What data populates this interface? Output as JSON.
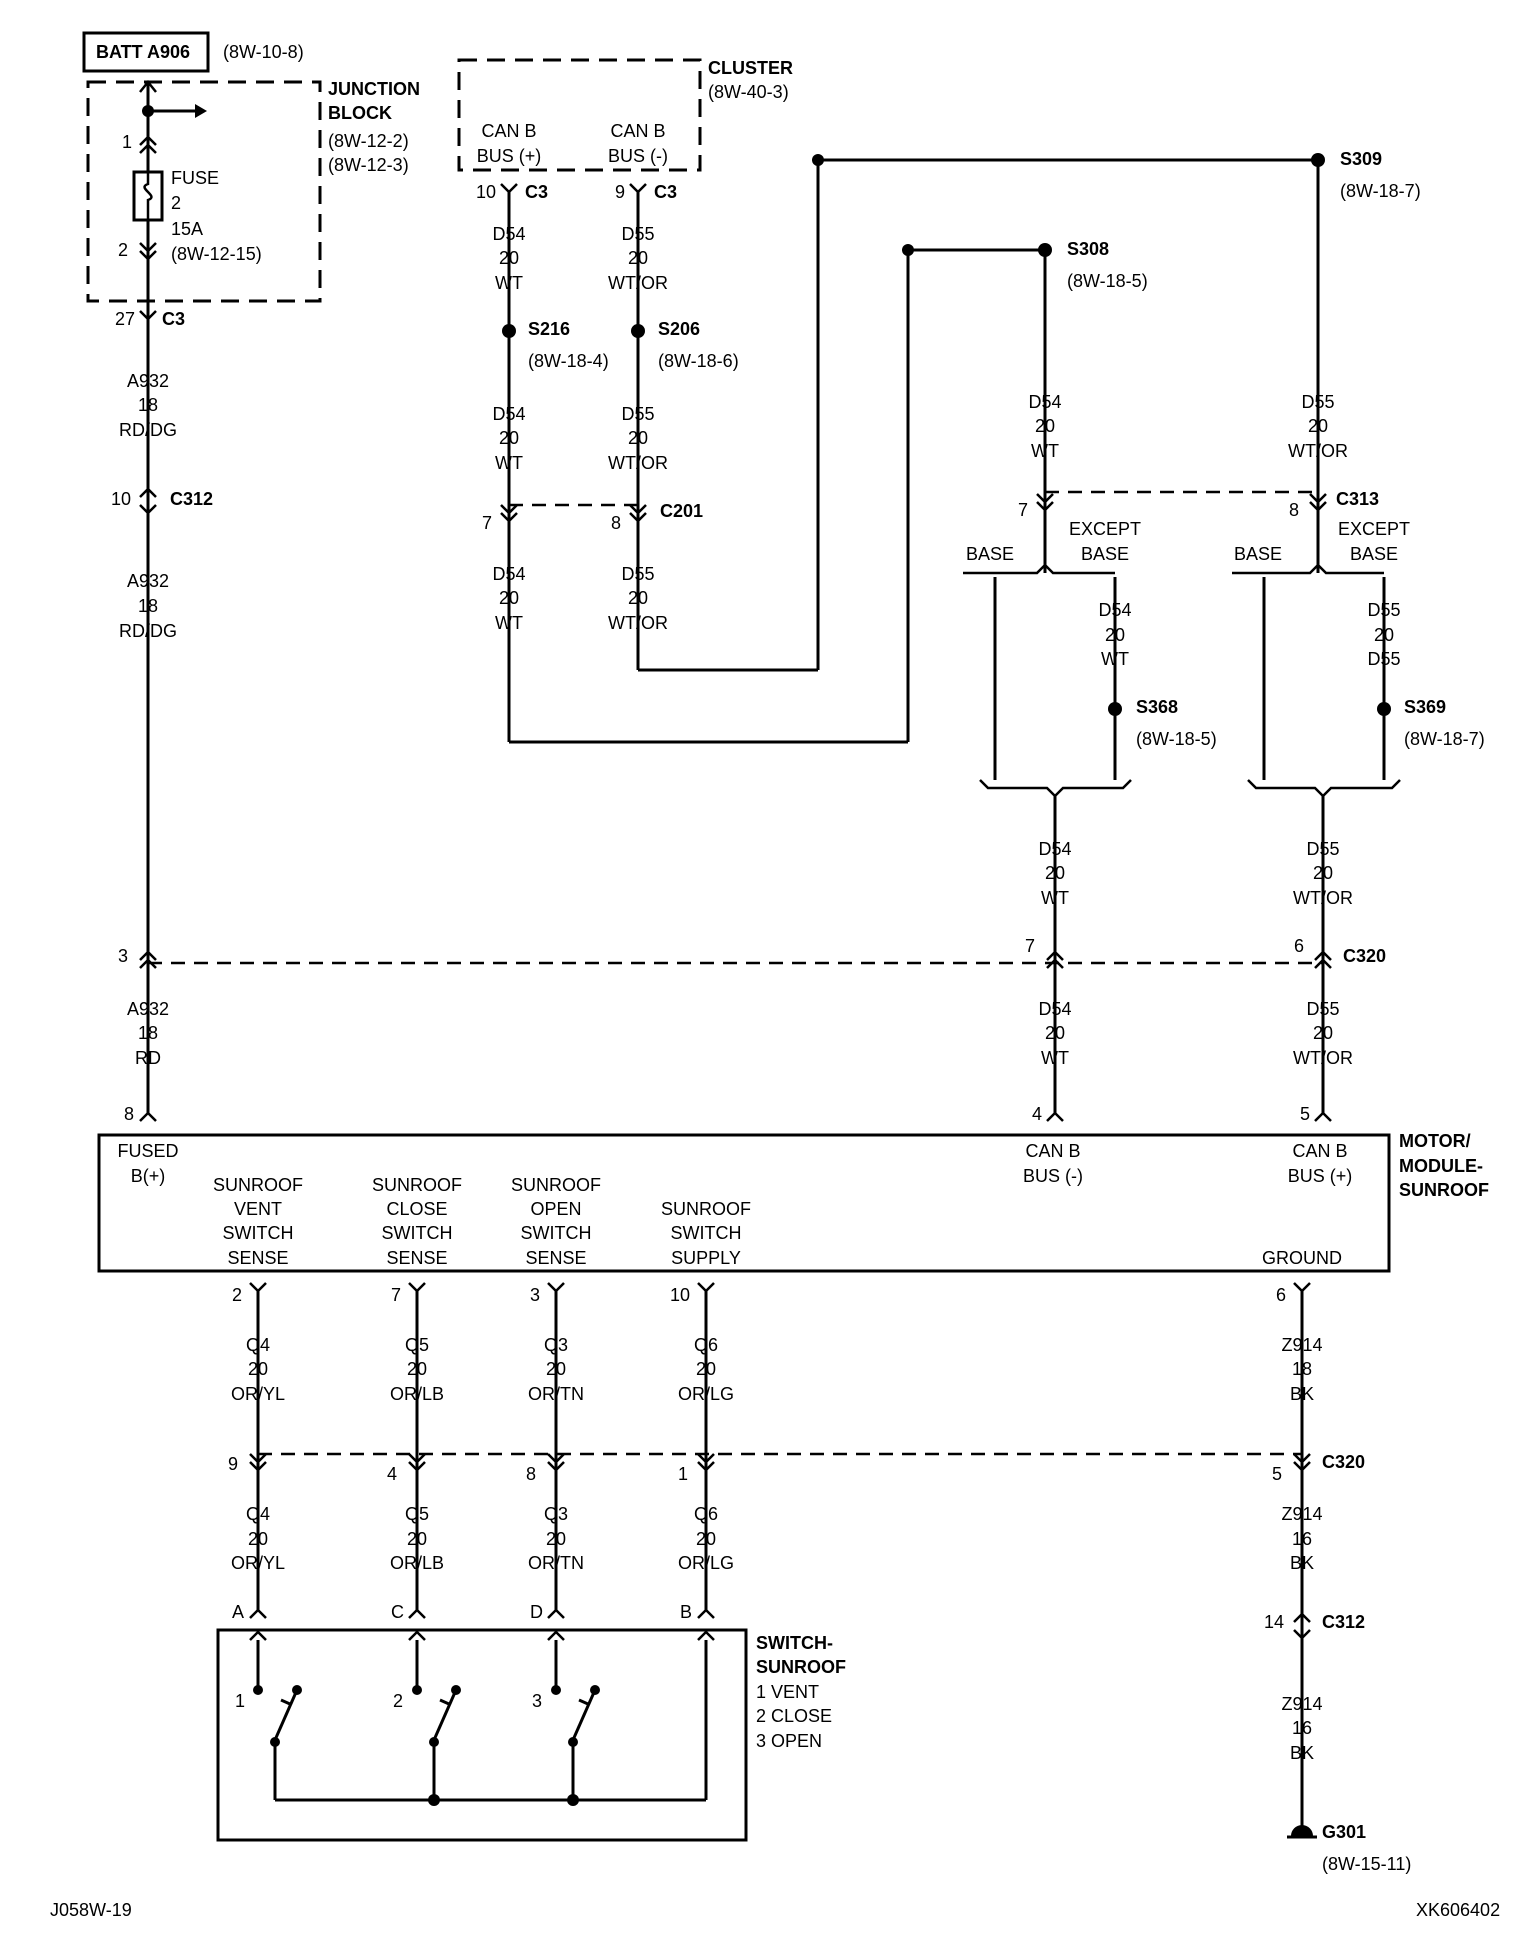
{
  "batt": {
    "label": "BATT A906",
    "ref": "(8W-10-8)"
  },
  "junction_block": {
    "title1": "JUNCTION",
    "title2": "BLOCK",
    "ref1": "(8W-12-2)",
    "ref2": "(8W-12-3)"
  },
  "fuse": {
    "pin_in": "1",
    "pin_out": "2",
    "label": "FUSE",
    "number": "2",
    "rating": "15A",
    "ref": "(8W-12-15)"
  },
  "cluster": {
    "title": "CLUSTER",
    "ref": "(8W-40-3)",
    "canb_plus_1": "CAN B",
    "canb_plus_2": "BUS (+)",
    "canb_minus_1": "CAN B",
    "canb_minus_2": "BUS (-)"
  },
  "connectors": {
    "c3_a_pin": "27",
    "c3_a": "C3",
    "c3_b_pin": "10",
    "c3_b": "C3",
    "c3_c_pin": "9",
    "c3_c": "C3",
    "c312_a_pin": "10",
    "c312": "C312",
    "c201_pin_a": "7",
    "c201_pin_b": "8",
    "c201": "C201",
    "c313_pin_a": "7",
    "c313_pin_b": "8",
    "c313": "C313",
    "c320_top_pins": [
      "3",
      "7",
      "6"
    ],
    "c320": "C320",
    "c320_bot_pins": [
      "9",
      "4",
      "8",
      "1",
      "5"
    ],
    "c312_b_pin": "14"
  },
  "splices": {
    "s216": "S216",
    "s216_ref": "(8W-18-4)",
    "s206": "S206",
    "s206_ref": "(8W-18-6)",
    "s308": "S308",
    "s308_ref": "(8W-18-5)",
    "s309": "S309",
    "s309_ref": "(8W-18-7)",
    "s368": "S368",
    "s368_ref": "(8W-18-5)",
    "s369": "S369",
    "s369_ref": "(8W-18-7)"
  },
  "wires": {
    "a932_rddg": [
      "A932",
      "18",
      "RD/DG"
    ],
    "a932_rd": [
      "A932",
      "18",
      "RD"
    ],
    "d54": [
      "D54",
      "20",
      "WT"
    ],
    "d55": [
      "D55",
      "20",
      "WT/OR"
    ],
    "d55_alt": [
      "D55",
      "20",
      "D55"
    ],
    "q4": [
      "Q4",
      "20",
      "OR/YL"
    ],
    "q5": [
      "Q5",
      "20",
      "OR/LB"
    ],
    "q3": [
      "Q3",
      "20",
      "OR/TN"
    ],
    "q6": [
      "Q6",
      "20",
      "OR/LG"
    ],
    "z914_18": [
      "Z914",
      "18",
      "BK"
    ],
    "z914_16": [
      "Z914",
      "16",
      "BK"
    ]
  },
  "options": {
    "base": "BASE",
    "except": "EXCEPT",
    "except_base": "BASE"
  },
  "motor_module": {
    "title1": "MOTOR/",
    "title2": "MODULE-",
    "title3": "SUNROOF",
    "pin_fused": "8",
    "fused1": "FUSED",
    "fused2": "B(+)",
    "pin_canb_minus": "4",
    "canb_minus1": "CAN B",
    "canb_minus2": "BUS (-)",
    "pin_canb_plus": "5",
    "canb_plus1": "CAN B",
    "canb_plus2": "BUS (+)",
    "vent": [
      "SUNROOF",
      "VENT",
      "SWITCH",
      "SENSE"
    ],
    "close": [
      "SUNROOF",
      "CLOSE",
      "SWITCH",
      "SENSE"
    ],
    "open": [
      "SUNROOF",
      "OPEN",
      "SWITCH",
      "SENSE"
    ],
    "supply": [
      "SUNROOF",
      "SWITCH",
      "SUPPLY"
    ],
    "ground": "GROUND",
    "pins_bottom": [
      "2",
      "7",
      "3",
      "10",
      "6"
    ]
  },
  "switch_sunroof": {
    "title1": "SWITCH-",
    "title2": "SUNROOF",
    "legend": [
      "1 VENT",
      "2 CLOSE",
      "3 OPEN"
    ],
    "pins": [
      "A",
      "C",
      "D",
      "B"
    ],
    "positions": [
      "1",
      "2",
      "3"
    ]
  },
  "ground_point": {
    "label": "G301",
    "ref": "(8W-15-11)"
  },
  "footer": {
    "left": "J058W-19",
    "right": "XK606402"
  }
}
